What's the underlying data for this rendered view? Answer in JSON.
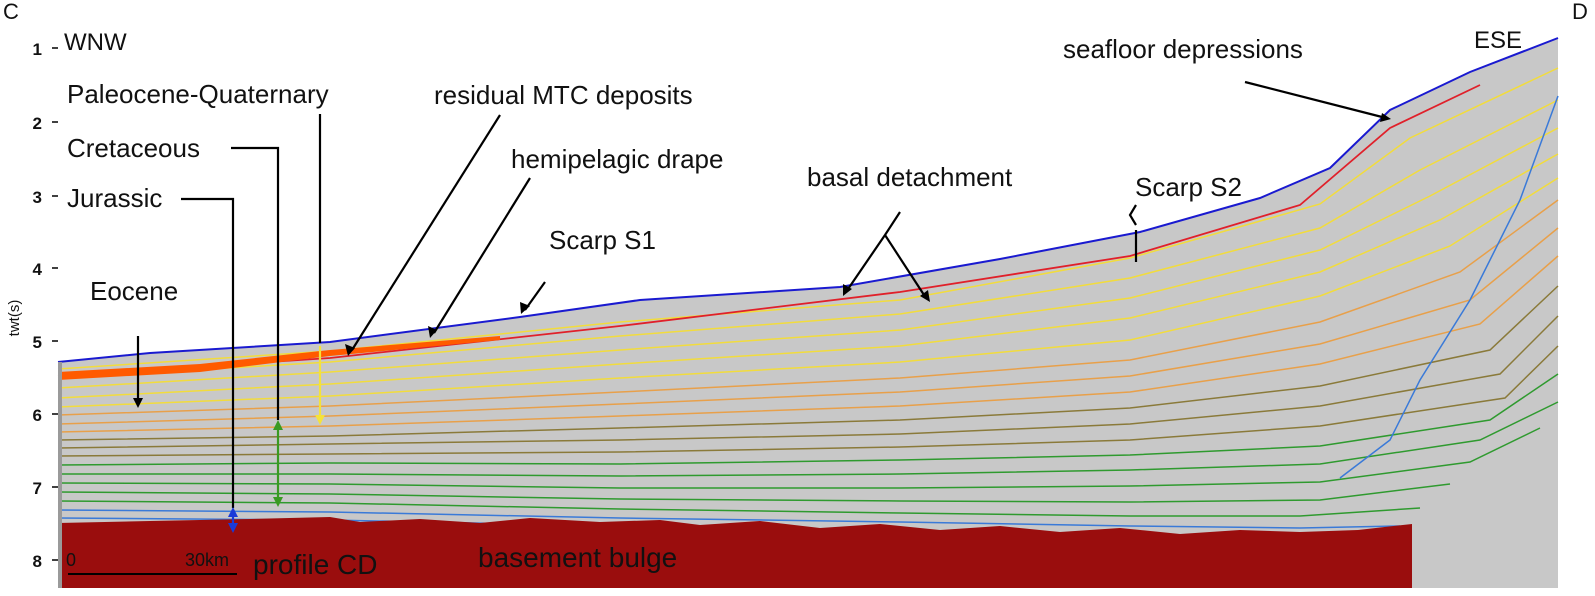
{
  "profile": {
    "corner_left": "C",
    "corner_right": "D",
    "orientation_left": "WNW",
    "orientation_right": "ESE",
    "name": "profile CD"
  },
  "axis": {
    "label": "twt(s)",
    "ticks": [
      "1",
      "2",
      "3",
      "4",
      "5",
      "6",
      "7",
      "8"
    ]
  },
  "scale_bar": {
    "start": "0",
    "end": "30km"
  },
  "annotations": {
    "paleocene_quaternary": "Paleocene-Quaternary",
    "cretaceous": "Cretaceous",
    "jurassic": "Jurassic",
    "eocene": "Eocene",
    "residual_mtc": "residual MTC deposits",
    "hemipelagic_drape": "hemipelagic drape",
    "scarp_s1": "Scarp S1",
    "basal_detachment": "basal detachment",
    "scarp_s2": "Scarp S2",
    "seafloor_depressions": "seafloor depressions",
    "basement_bulge": "basement bulge"
  },
  "colors": {
    "seafloor": "#1a1ad0",
    "sediment_fill": "#c8c8c8",
    "basement": "#9a0d0d",
    "mtc": "#ff5a00",
    "detachment": "#e0202a",
    "cenozoic": "#f2dc3c",
    "cretaceous_upper": "#e8a04a",
    "cretaceous_lower": "#8a7a3a",
    "jurassic": "#2f9a2f",
    "jurassic_lower": "#3a7ad8",
    "cenozoic_arrow": "#f4e23a",
    "cretaceous_arrow": "#3a9a22",
    "jurassic_arrow": "#1a3ad8"
  }
}
